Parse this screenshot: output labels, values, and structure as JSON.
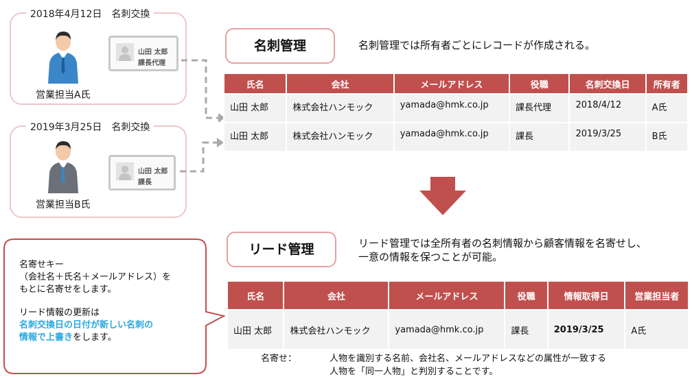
{
  "left": {
    "box_a": {
      "title": "2018年4月12日　名刺交換",
      "person_label": "営業担当A氏",
      "card_name": "山田 太郎",
      "card_title": "課長代理"
    },
    "box_b": {
      "title": "2019年3月25日　名刺交換",
      "person_label": "営業担当B氏",
      "card_name": "山田 太郎",
      "card_title": "課長"
    }
  },
  "meishi": {
    "title": "名刺管理",
    "description": "名刺管理では所有者ごとにレコードが作成される。",
    "headers": [
      "氏名",
      "会社",
      "メールアドレス",
      "役職",
      "名刺交換日",
      "所有者"
    ],
    "rows": [
      [
        "山田 太郎",
        "株式会社ハンモック",
        "yamada@hmk.co.jp",
        "課長代理",
        "2018/4/12",
        "A氏"
      ],
      [
        "山田 太郎",
        "株式会社ハンモック",
        "yamada@hmk.co.jp",
        "課長",
        "2019/3/25",
        "B氏"
      ]
    ]
  },
  "lead": {
    "title": "リード管理",
    "description_line1": "リード管理では全所有者の名刺情報から顧客情報を名寄せし、",
    "description_line2": "一意の情報を保つことが可能。",
    "headers": [
      "氏名",
      "会社",
      "メールアドレス",
      "役職",
      "情報取得日",
      "営業担当者"
    ],
    "row": [
      "山田 太郎",
      "株式会社ハンモック",
      "yamada@hmk.co.jp",
      "課長",
      "2019/3/25",
      "A氏"
    ]
  },
  "callout": {
    "line1": "名寄せキー",
    "line2": "（会社名＋氏名＋メールアドレス）を",
    "line3": "もとに名寄せをします。",
    "line4": "リード情報の更新は",
    "hl1": "名刺交換日の日付が新しい名刺の",
    "hl2": "情報で上書き",
    "tail": "をします。"
  },
  "note": {
    "label": "名寄せ：",
    "line1": "人物を識別する名前、会社名、メールアドレスなどの属性が一致する",
    "line2": "人物を「同一人物」と判別することです。"
  },
  "colors": {
    "header_red": "#c0504d",
    "box_border": "#ecc7c7",
    "highlight_blue": "#29a8e0",
    "arrow_red": "#c0504d"
  }
}
